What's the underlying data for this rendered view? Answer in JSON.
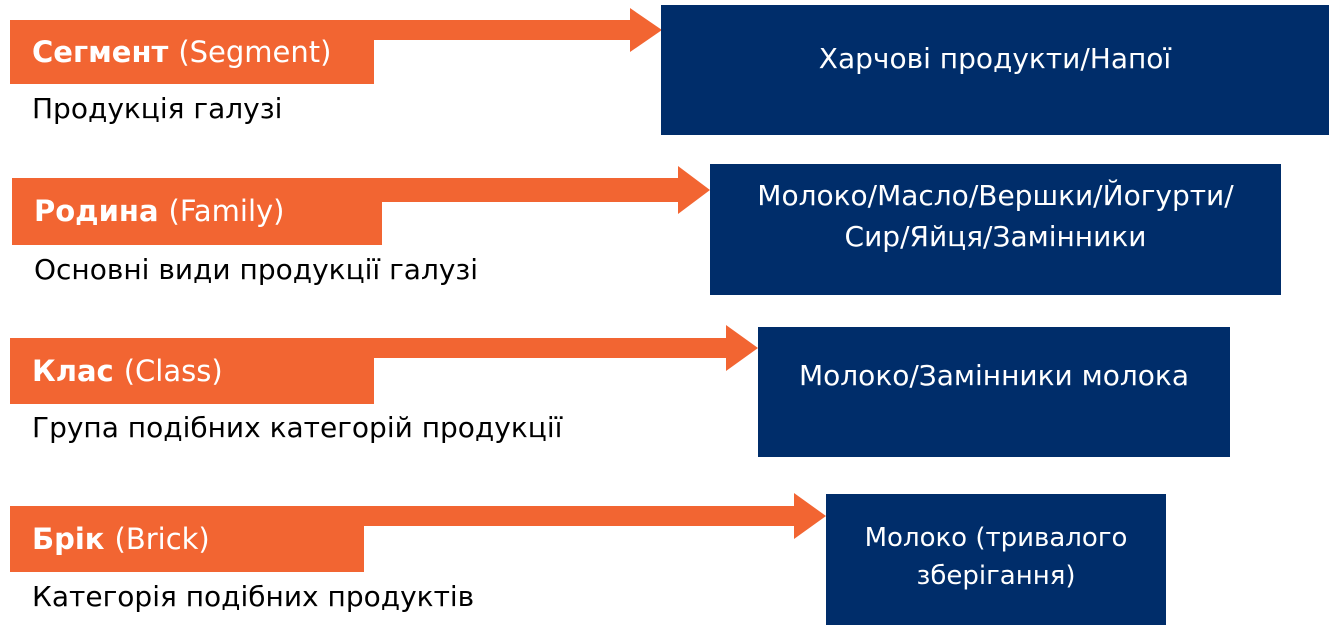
{
  "colors": {
    "orange": "#f26532",
    "navy": "#002d6a",
    "label_text": "#ffffff",
    "description_text": "#000000"
  },
  "levels": [
    {
      "term": "Сегмент",
      "english": "(Segment)",
      "description": "Продукція галузі",
      "example": "Харчові продукти/Напої"
    },
    {
      "term": "Родина",
      "english": "(Family)",
      "description": "Основні види продукції галузі",
      "example": "Молоко/Масло/Вершки/Йогурти/\nСир/Яйця/Замінники"
    },
    {
      "term": "Клас",
      "english": "(Class)",
      "description": "Група подібних категорій продукції",
      "example": "Молоко/Замінники молока"
    },
    {
      "term": "Брік",
      "english": "(Brick)",
      "description": "Категорія подібних продуктів",
      "example": "Молоко (тривалого\nзберігання)"
    }
  ]
}
